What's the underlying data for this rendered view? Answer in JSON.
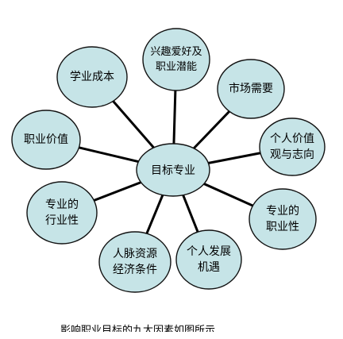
{
  "center": {
    "label": "目标专业"
  },
  "nodes": [
    {
      "id": "interest",
      "lines": [
        "兴趣爱好及",
        "职业潜能"
      ]
    },
    {
      "id": "market",
      "lines": [
        "市场需要"
      ]
    },
    {
      "id": "values",
      "lines": [
        "个人价值",
        "观与志向"
      ]
    },
    {
      "id": "professional",
      "lines": [
        "专业的",
        "职业性"
      ]
    },
    {
      "id": "development",
      "lines": [
        "个人发展",
        "机遇"
      ]
    },
    {
      "id": "network",
      "lines": [
        "人脉资源",
        "经济条件"
      ]
    },
    {
      "id": "industry",
      "lines": [
        "专业的",
        "行业性"
      ]
    },
    {
      "id": "career-value",
      "lines": [
        "职业价值"
      ]
    },
    {
      "id": "study-cost",
      "lines": [
        "学业成本"
      ]
    }
  ],
  "caption": "影响职业目标的九大因素如图所示"
}
